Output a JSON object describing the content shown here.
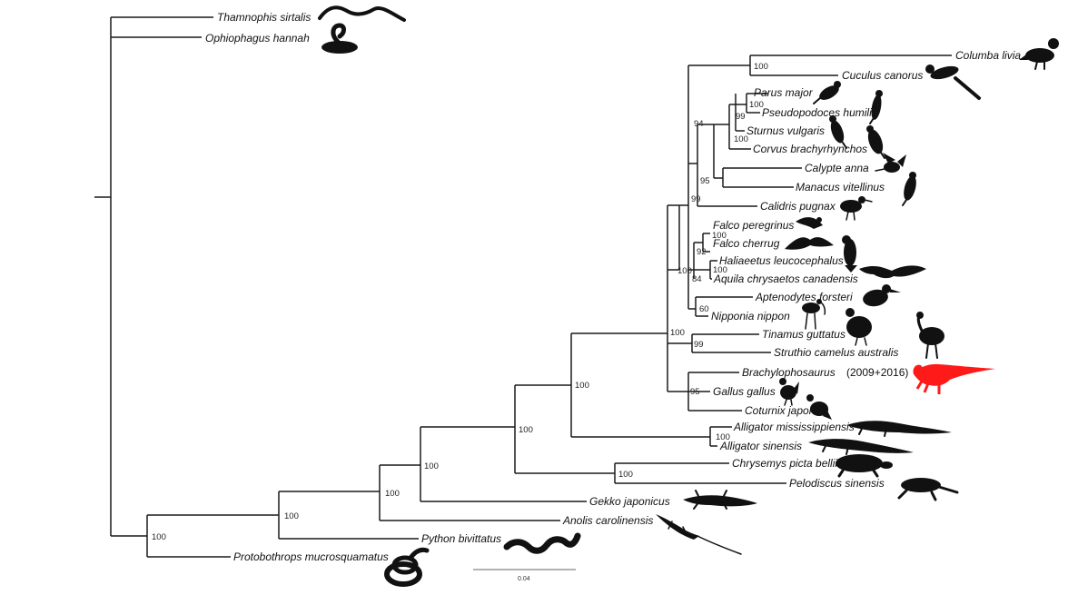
{
  "taxa": {
    "thamnophis": "Thamnophis sirtalis",
    "ophiophagus": "Ophiophagus hannah",
    "columba": "Columba livia",
    "cuculus": "Cuculus canorus",
    "parus": "Parus major",
    "pseudopodoces": "Pseudopodoces humilis",
    "sturnus": "Sturnus vulgaris",
    "corvus": "Corvus brachyrhynchos",
    "calypte": "Calypte anna",
    "manacus": "Manacus vitellinus",
    "calidris": "Calidris pugnax",
    "falco_peregrinus": "Falco peregrinus",
    "falco_cherrug": "Falco cherrug",
    "haliaeetus": "Haliaeetus leucocephalus",
    "aquila": "Aquila chrysaetos canadensis",
    "aptenodytes": "Aptenodytes forsteri",
    "nipponia": "Nipponia nippon",
    "tinamus": "Tinamus guttatus",
    "struthio": "Struthio camelus australis",
    "brachylophosaurus": "Brachylophosaurus",
    "brachylophosaurus_note": "(2009+2016)",
    "gallus": "Gallus gallus",
    "coturnix": "Coturnix japonica",
    "alligator_miss": "Alligator mississippiensis",
    "alligator_sin": "Alligator sinensis",
    "chrysemys": "Chrysemys picta bellii",
    "pelodiscus": "Pelodiscus sinensis",
    "gekko": "Gekko japonicus",
    "anolis": "Anolis carolinensis",
    "python": "Python bivittatus",
    "protobothrops": "Protobothrops mucrosquamatus"
  },
  "support": {
    "columba_cuculus": "100",
    "parus_pseudo": "100",
    "passer_99": "99",
    "sturnus_corvus": "100",
    "neoaves_94": "94",
    "calypte_manacus": "95",
    "landbirds_99": "99",
    "falcons": "100",
    "falco_92": "92",
    "accipitr": "100",
    "raptor_84": "84",
    "node_100a": "100",
    "apten_nipp": "60",
    "neognath_100": "100",
    "palaeognath": "99",
    "galloanserae": "95",
    "alligators": "100",
    "archosaur": "100",
    "turtles": "100",
    "archelosaur": "100",
    "node_gekko": "100",
    "node_anolis": "100",
    "node_python": "100",
    "node_proto": "100"
  },
  "scale_bar": {
    "label": "0.04"
  },
  "colors": {
    "branch": "#1a1a1a",
    "highlight": "#ff1a1a",
    "silhouette": "#111111"
  }
}
